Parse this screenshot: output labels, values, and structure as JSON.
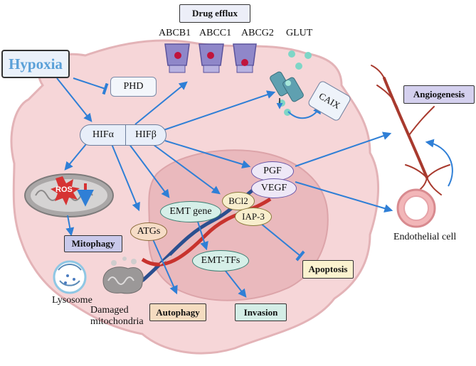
{
  "labels": {
    "hypoxia": "Hypoxia",
    "phd": "PHD",
    "drug_efflux": "Drug efflux",
    "abcb1": "ABCB1",
    "abcc1": "ABCC1",
    "abcg2": "ABCG2",
    "glut": "GLUT",
    "caix": "CAIX",
    "angiogenesis": "Angiogenesis",
    "hif_alpha": "HIFα",
    "hif_beta": "HIFβ",
    "pgf": "PGF",
    "vegf": "VEGF",
    "ros": "ROS",
    "emt_gene": "EMT gene",
    "bcl2": "BCl2",
    "iap3": "IAP-3",
    "atgs": "ATGs",
    "emt_tfs": "EMT-TFs",
    "mitophagy": "Mitophagy",
    "apoptosis": "Apoptosis",
    "endothelial_cell": "Endothelial cell",
    "lysosome": "Lysosome",
    "damaged_mitochondria_1": "Damaged",
    "damaged_mitochondria_2": "mitochondria",
    "autophagy": "Autophagy",
    "invasion": "Invasion"
  },
  "colors": {
    "cell_fill": "#f6d6d8",
    "cell_stroke": "#e3b3b7",
    "nucleus_fill": "#eab9bd",
    "arrow": "#2f7fd6",
    "hypoxia_text": "#5aa0d8",
    "mitophagy_box": "#c9c9ea",
    "angiogenesis_box": "#d4d0ee",
    "apoptosis_box": "#fbf2cf",
    "autophagy_box": "#f5dcc0",
    "invasion_box": "#d4ede6",
    "hif_fill": "#e8eef9",
    "pgf_fill": "#eee8f7",
    "emt_fill": "#d6efe8",
    "bcl2_fill": "#f8eecd",
    "atgs_fill": "#f6dcc6",
    "transporter": "#8f87c9",
    "vessel": "#a83a2e"
  }
}
